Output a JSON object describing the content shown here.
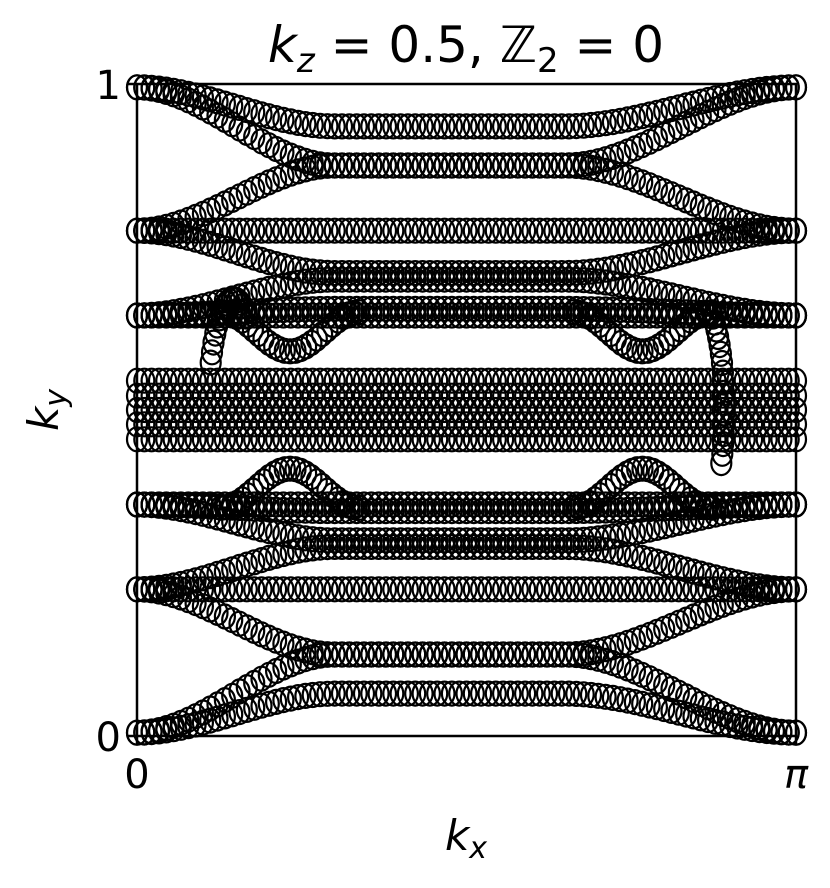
{
  "chart_data": {
    "type": "scatter",
    "title_parts": {
      "k": "k",
      "z": "z",
      "eq_value": " = 0.5, ",
      "z2": "ℤ",
      "two": "2",
      "eq_zero": " = 0"
    },
    "xlabel": {
      "base": "k",
      "sub": "x"
    },
    "ylabel": {
      "base": "k",
      "sub": "y"
    },
    "xlim": [
      0,
      3.14159
    ],
    "ylim": [
      0,
      1
    ],
    "x_ticks": [
      {
        "value": 0,
        "label": "0"
      },
      {
        "value": 3.14159,
        "label": "π"
      }
    ],
    "y_ticks": [
      {
        "value": 0,
        "label": "0"
      },
      {
        "value": 1,
        "label": "1"
      }
    ],
    "grid": false,
    "marker": "open-circle",
    "marker_color": "#000000",
    "series": [
      {
        "kind": "flat",
        "y": 0.775
      },
      {
        "kind": "flat",
        "y": 0.645
      },
      {
        "kind": "flat",
        "y": 0.355
      },
      {
        "kind": "flat",
        "y": 0.225
      },
      {
        "kind": "flat",
        "y": 0.545
      },
      {
        "kind": "flat",
        "y": 0.522
      },
      {
        "kind": "flat",
        "y": 0.5
      },
      {
        "kind": "flat",
        "y": 0.478
      },
      {
        "kind": "flat",
        "y": 0.455
      },
      {
        "kind": "bump",
        "y0": 0.995,
        "y1": 0.995,
        "ymid": 0.935
      },
      {
        "kind": "bump",
        "y0": 0.995,
        "y1": 0.995,
        "ymid": 0.875
      },
      {
        "kind": "bump",
        "y0": 0.775,
        "y1": 0.775,
        "ymid": 0.875
      },
      {
        "kind": "bump",
        "y0": 0.775,
        "y1": 0.775,
        "ymid": 0.71
      },
      {
        "kind": "bump",
        "y0": 0.645,
        "y1": 0.645,
        "ymid": 0.7
      },
      {
        "kind": "bump",
        "y0": 0.645,
        "y1": 0.645,
        "ymid": 0.655
      },
      {
        "kind": "bump",
        "y0": 0.355,
        "y1": 0.355,
        "ymid": 0.345
      },
      {
        "kind": "bump",
        "y0": 0.355,
        "y1": 0.355,
        "ymid": 0.3
      },
      {
        "kind": "bump",
        "y0": 0.225,
        "y1": 0.225,
        "ymid": 0.29
      },
      {
        "kind": "bump",
        "y0": 0.225,
        "y1": 0.225,
        "ymid": 0.125
      },
      {
        "kind": "bump",
        "y0": 0.005,
        "y1": 0.005,
        "ymid": 0.125
      },
      {
        "kind": "bump",
        "y0": 0.005,
        "y1": 0.005,
        "ymid": 0.065
      },
      {
        "kind": "local",
        "xc": 0.73,
        "halfw": 0.33,
        "y0": 0.65,
        "ypeak": 0.59
      },
      {
        "kind": "local",
        "xc": 2.41,
        "halfw": 0.33,
        "y0": 0.65,
        "ypeak": 0.59
      },
      {
        "kind": "local",
        "xc": 0.73,
        "halfw": 0.33,
        "y0": 0.35,
        "ypeak": 0.41
      },
      {
        "kind": "local",
        "xc": 2.41,
        "halfw": 0.33,
        "y0": 0.35,
        "ypeak": 0.41
      },
      {
        "kind": "arc",
        "xc": 0.46,
        "xr": 0.12,
        "yc": 0.5,
        "yr": 0.17,
        "t0": 1.0,
        "t1": 2.7
      },
      {
        "kind": "arc",
        "xc": 2.68,
        "xr": 0.12,
        "yc": 0.5,
        "yr": 0.17,
        "t0": -0.5,
        "t1": 1.0
      }
    ]
  }
}
